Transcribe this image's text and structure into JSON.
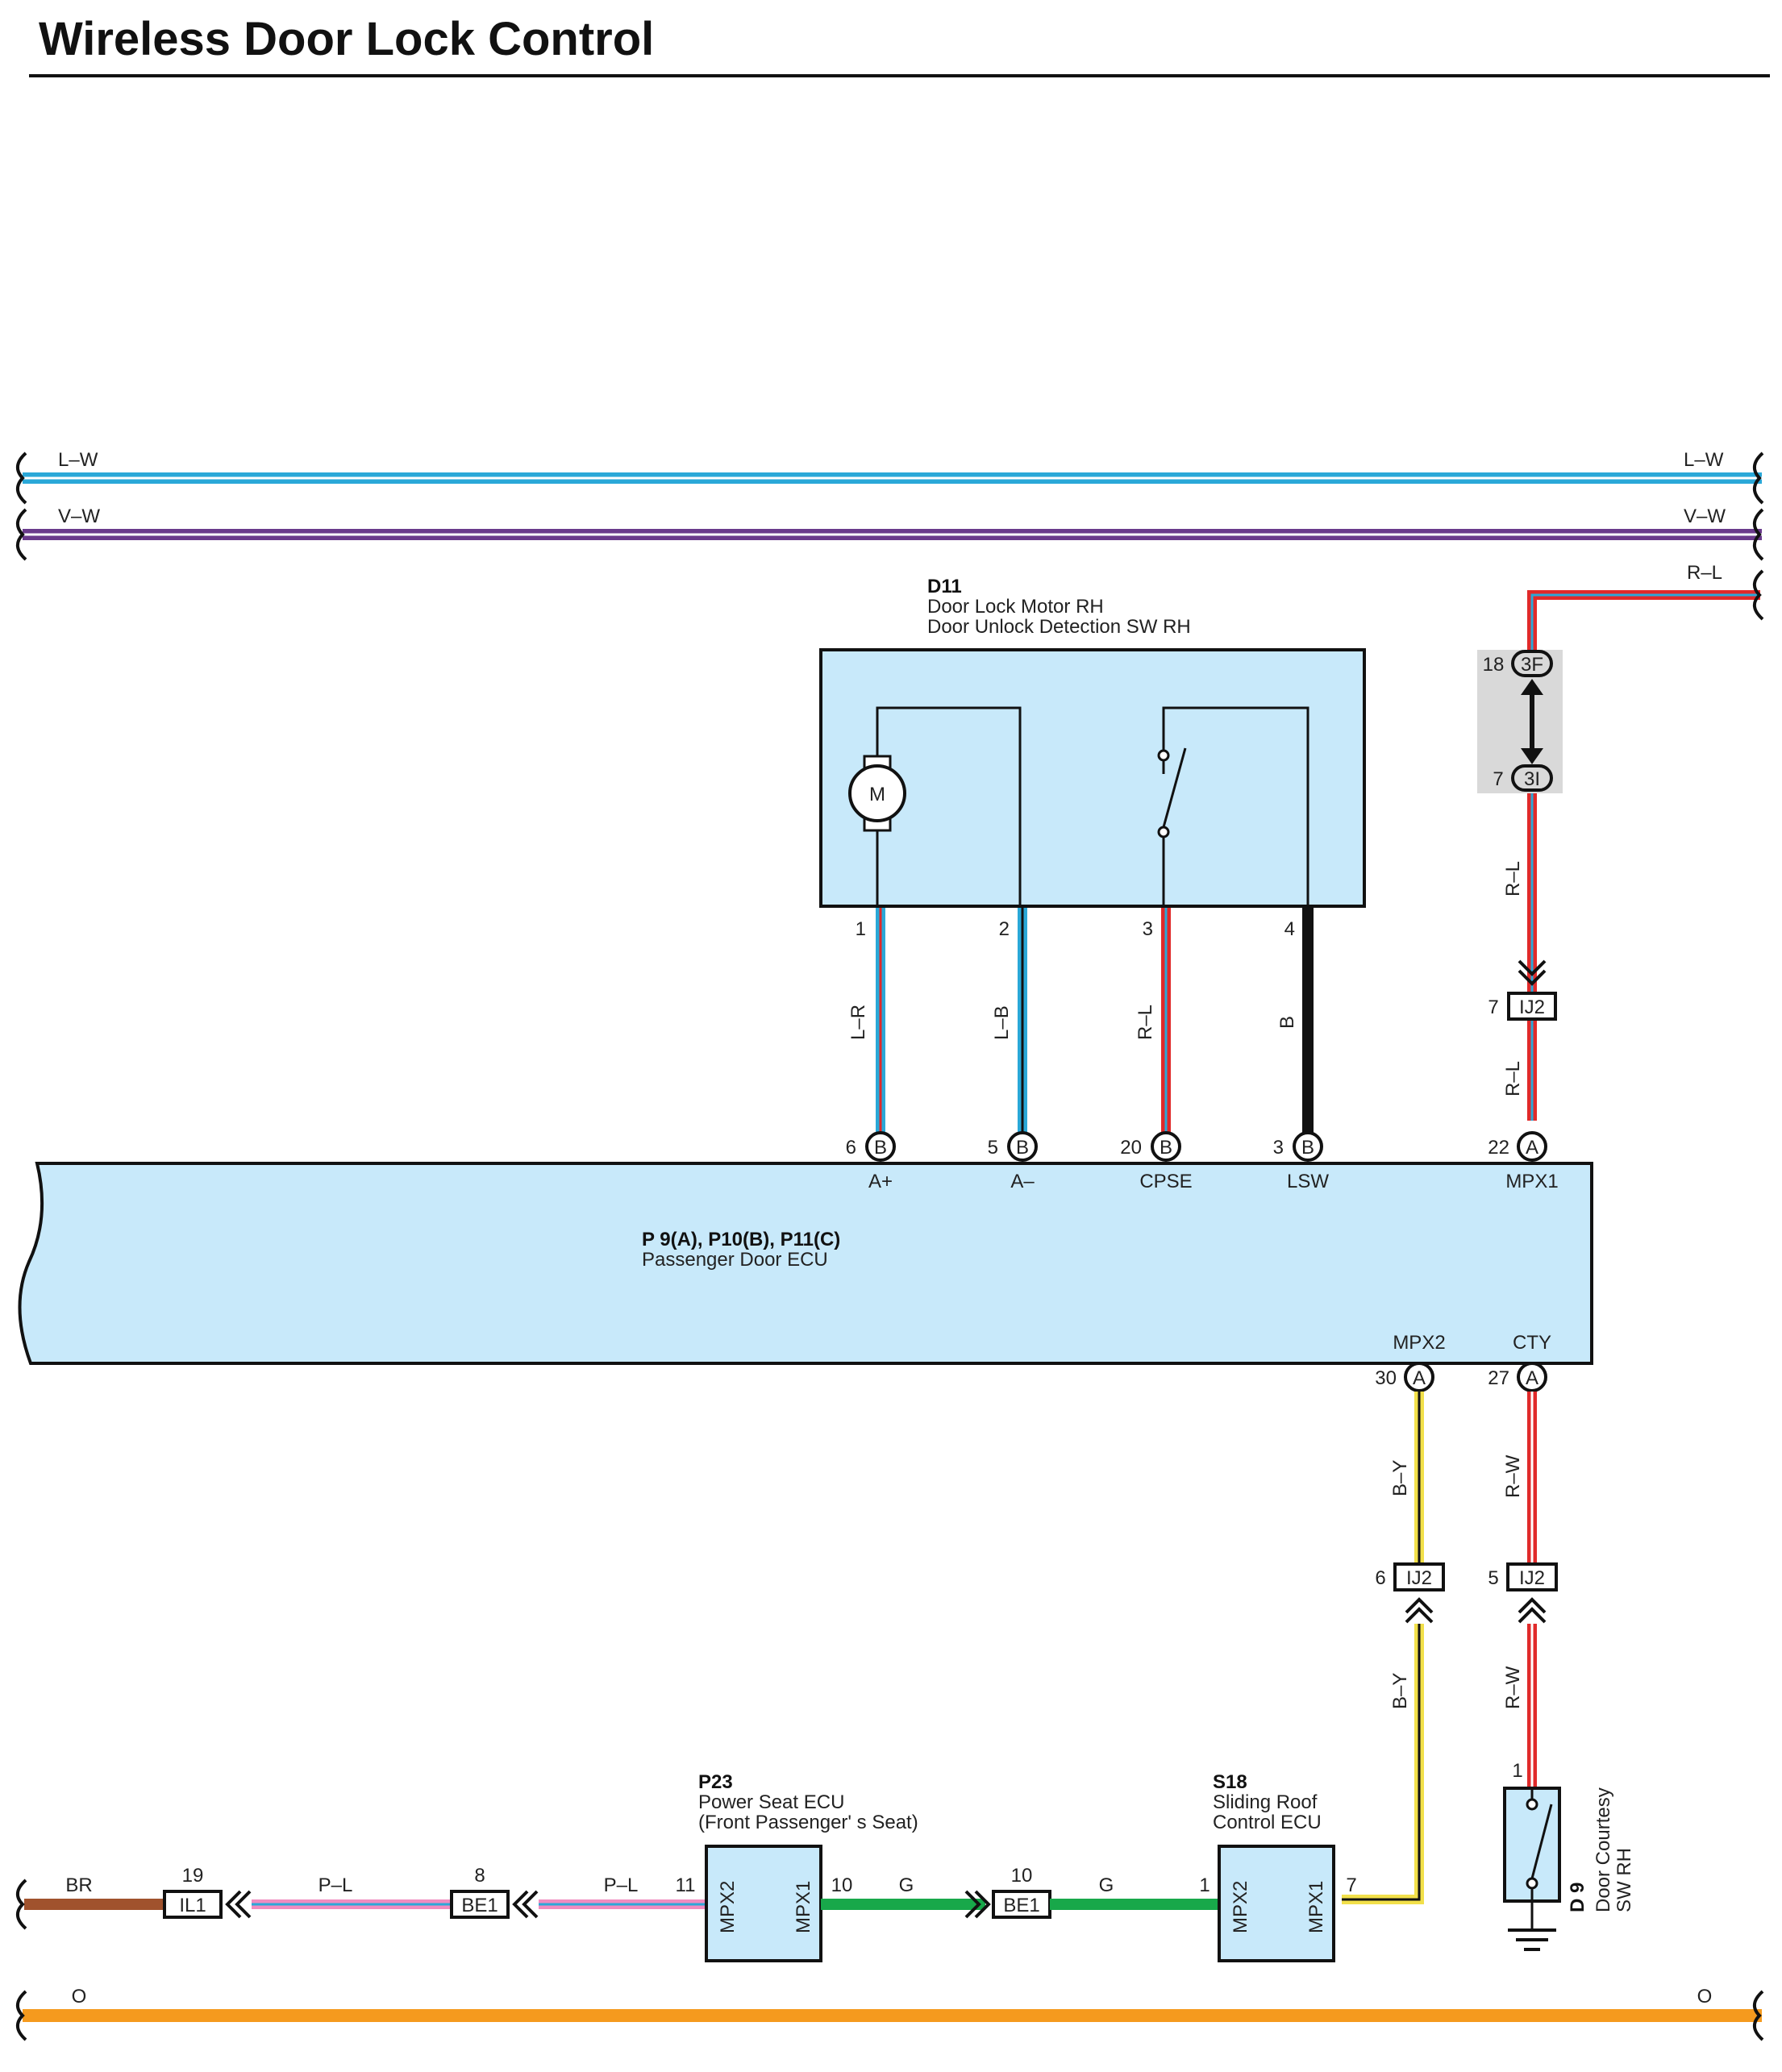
{
  "title": "Wireless Door Lock Control",
  "colors": {
    "light_blue": "#2AA8D8",
    "violet": "#6A3A8C",
    "red": "#E02A2A",
    "yellow": "#F2E04A",
    "green": "#18A84A",
    "brown": "#A0522D",
    "pink": "#F08CC0",
    "orange": "#F59A1E",
    "component_fill": "#C8E9FA",
    "splice_fill": "#D9D9D9"
  },
  "buses": {
    "lw": "L–W",
    "vw": "V–W",
    "orange": "O"
  },
  "d11": {
    "code": "D11",
    "name1": "Door Lock Motor RH",
    "name2": "Door Unlock Detection SW RH",
    "motor": "M",
    "pins": [
      "1",
      "2",
      "3",
      "4"
    ],
    "wires": [
      "L–R",
      "L–B",
      "R–L",
      "B"
    ]
  },
  "ecu": {
    "code": "P 9(A), P10(B), P11(C)",
    "name": "Passenger Door ECU",
    "top_terminals": [
      {
        "pin": "6",
        "conn": "B",
        "label": "A+"
      },
      {
        "pin": "5",
        "conn": "B",
        "label": "A–"
      },
      {
        "pin": "20",
        "conn": "B",
        "label": "CPSE"
      },
      {
        "pin": "3",
        "conn": "B",
        "label": "LSW"
      },
      {
        "pin": "22",
        "conn": "A",
        "label": "MPX1"
      }
    ],
    "bottom_terminals": [
      {
        "pin": "30",
        "conn": "A",
        "label": "MPX2"
      },
      {
        "pin": "27",
        "conn": "A",
        "label": "CTY"
      }
    ]
  },
  "rl_branch": {
    "wire": "R–L",
    "splice_top": {
      "pin": "18",
      "code": "3F"
    },
    "splice_bottom": {
      "pin": "7",
      "code": "3I"
    },
    "wire_mid": "R–L",
    "conn": {
      "pin": "7",
      "code": "IJ2"
    },
    "wire_low": "R–L"
  },
  "by_branch": {
    "wire_upper": "B–Y",
    "conn": {
      "pin": "6",
      "code": "IJ2"
    },
    "wire_lower": "B–Y"
  },
  "rw_branch": {
    "wire_upper": "R–W",
    "conn": {
      "pin": "5",
      "code": "IJ2"
    },
    "wire_lower": "R–W",
    "pin": "1"
  },
  "d9": {
    "code": "D 9",
    "name1": "Door Courtesy",
    "name2": "SW RH"
  },
  "p23": {
    "code": "P23",
    "name1": "Power Seat ECU",
    "name2": "(Front Passenger' s Seat)",
    "left_label": "MPX2",
    "right_label": "MPX1",
    "left_pin": "11",
    "right_pin": "10"
  },
  "s18": {
    "code": "S18",
    "name1": "Sliding Roof",
    "name2": "Control ECU",
    "left_label": "MPX2",
    "right_label": "MPX1",
    "left_pin": "1",
    "right_pin": "7"
  },
  "bottom_line": {
    "br": "BR",
    "il1": {
      "pin": "19",
      "code": "IL1"
    },
    "pl1": "P–L",
    "be1_left": {
      "pin": "8",
      "code": "BE1"
    },
    "pl2": "P–L",
    "g1": "G",
    "be1_right": {
      "pin": "10",
      "code": "BE1"
    },
    "g2": "G"
  }
}
